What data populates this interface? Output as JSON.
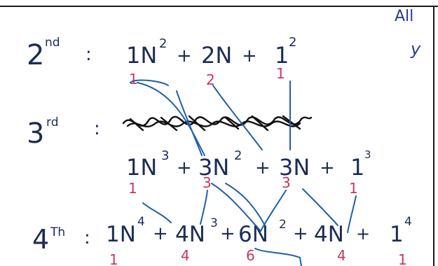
{
  "header": {
    "corner_top": "All",
    "corner_mark": "y"
  },
  "rows": {
    "second": {
      "label": "2",
      "label_sup": "nd",
      "colon": ":",
      "terms": [
        "1N",
        "+",
        "2N",
        "+",
        "1"
      ],
      "exponents": [
        "2",
        "2"
      ],
      "coefficients": [
        "1",
        "2",
        "1"
      ]
    },
    "third": {
      "label": "3",
      "label_sup": "rd",
      "colon": ":",
      "terms": [
        "1N",
        "+",
        "3N",
        "+",
        "3N",
        "+",
        "1"
      ],
      "exponents": [
        "3",
        "2",
        "3"
      ],
      "coefficients": [
        "1",
        "3",
        "3",
        "1"
      ]
    },
    "fourth": {
      "label": "4",
      "label_sup": "Th",
      "colon": ":",
      "terms": [
        "1N",
        "+",
        "4N",
        "+",
        "6N",
        "+",
        "4N",
        "+",
        "1"
      ],
      "exponents": [
        "4",
        "3",
        "2",
        "4"
      ],
      "coefficients": [
        "1",
        "4",
        "6",
        "4",
        "1"
      ]
    }
  }
}
